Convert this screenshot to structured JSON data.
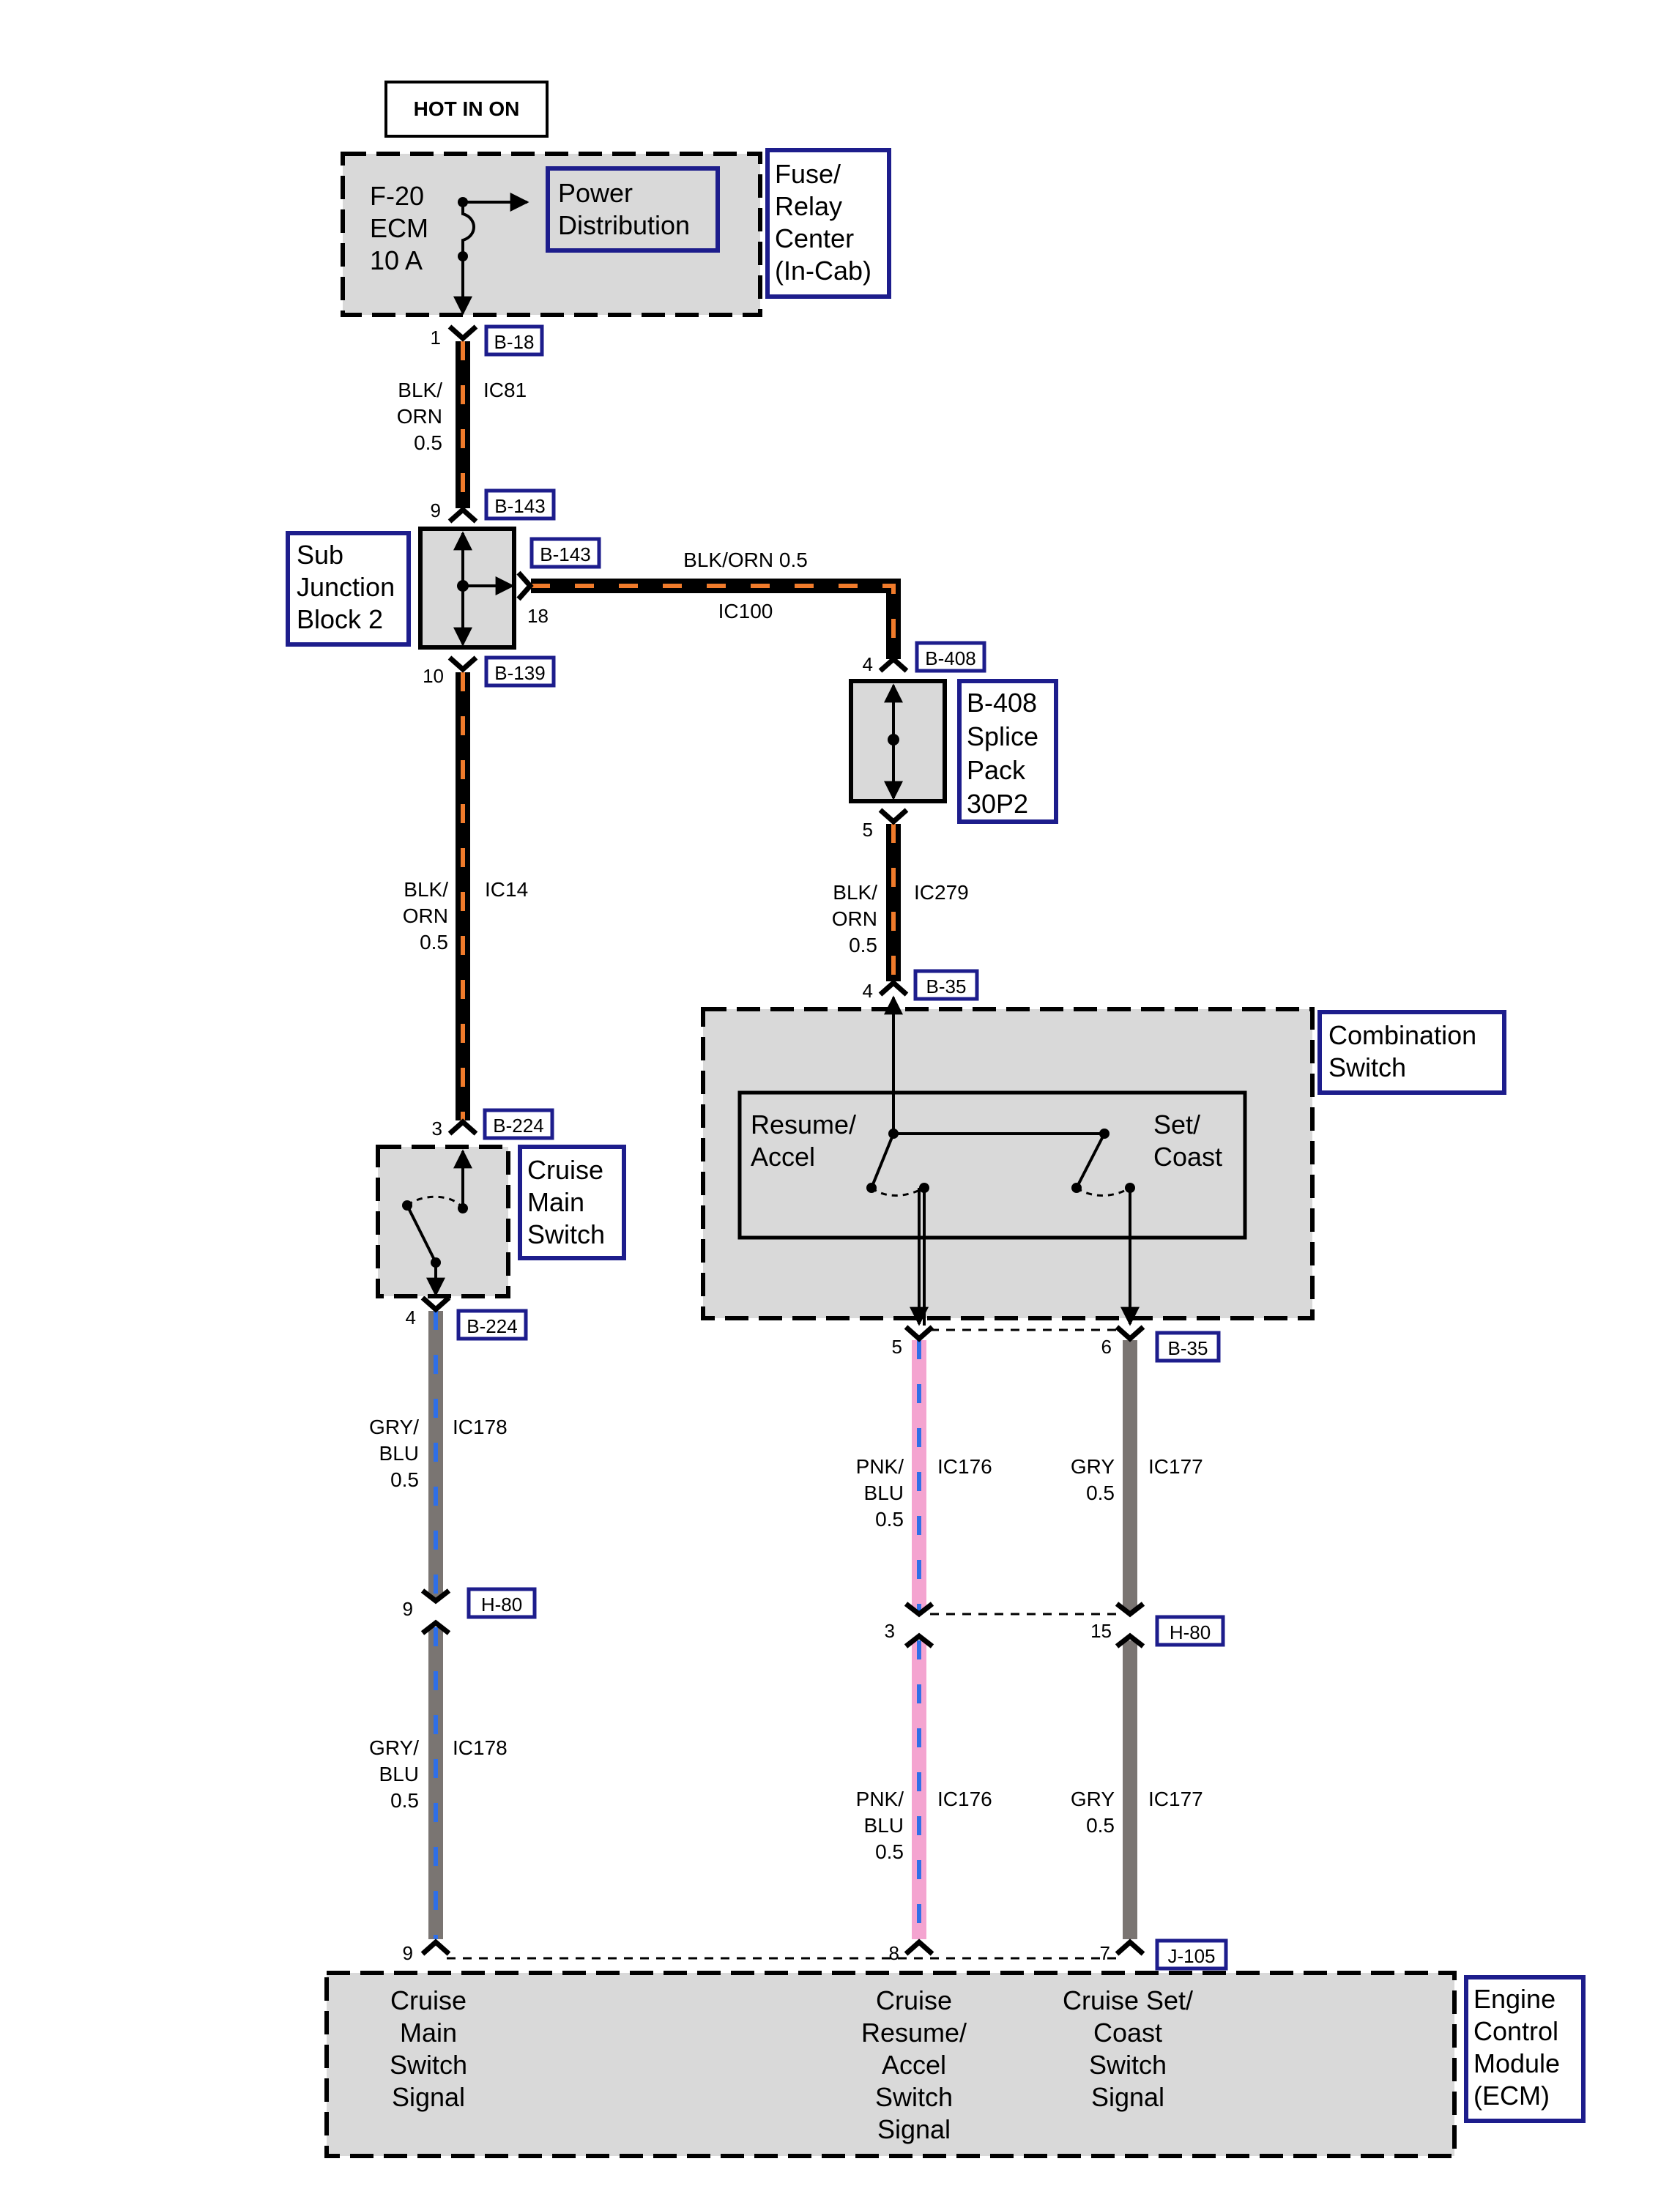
{
  "title": "HOT IN ON",
  "fuse_center": {
    "fuse_line1": "F-20",
    "fuse_line2": "ECM",
    "fuse_line3": "10 A",
    "power_line1": "Power",
    "power_line2": "Distribution",
    "label_line1": "Fuse/",
    "label_line2": "Relay",
    "label_line3": "Center",
    "label_line4": "(In-Cab)"
  },
  "sub_junction": {
    "line1": "Sub",
    "line2": "Junction",
    "line3": "Block 2"
  },
  "splice_pack": {
    "line1": "B-408",
    "line2": "Splice",
    "line3": "Pack",
    "line4": "30P2"
  },
  "cruise_main_switch": {
    "line1": "Cruise",
    "line2": "Main",
    "line3": "Switch"
  },
  "combination_switch": {
    "line1": "Combination",
    "line2": "Switch",
    "resume_line1": "Resume/",
    "resume_line2": "Accel",
    "set_line1": "Set/",
    "set_line2": "Coast"
  },
  "ecm": {
    "line1": "Engine",
    "line2": "Control",
    "line3": "Module",
    "line4": "(ECM)",
    "sig1": [
      "Cruise",
      "Main",
      "Switch",
      "Signal"
    ],
    "sig2": [
      "Cruise",
      "Resume/",
      "Accel",
      "Switch",
      "Signal"
    ],
    "sig3": [
      "Cruise Set/",
      "Coast",
      "Switch",
      "Signal"
    ]
  },
  "connectors": {
    "b18": "B-18",
    "b143a": "B-143",
    "b143b": "B-143",
    "b139": "B-139",
    "b408": "B-408",
    "b35a": "B-35",
    "b224a": "B-224",
    "b224b": "B-224",
    "b35b": "B-35",
    "h80a": "H-80",
    "h80b": "H-80",
    "j105": "J-105"
  },
  "pins": {
    "p_b18": "1",
    "p_b143": "9",
    "p_b143_18": "18",
    "p_b139": "10",
    "p_b408_4": "4",
    "p_b408_5": "5",
    "p_b35_4": "4",
    "p_b224_3": "3",
    "p_b224_4": "4",
    "p_b35_5": "5",
    "p_b35_6": "6",
    "p_h80_9": "9",
    "p_h80_3": "3",
    "p_h80_15": "15",
    "p_j105_9": "9",
    "p_j105_8": "8",
    "p_j105_7": "7"
  },
  "wires": {
    "ic81": {
      "color1": "BLK/",
      "color2": "ORN",
      "size": "0.5",
      "circuit": "IC81"
    },
    "ic100": {
      "color": "BLK/ORN 0.5",
      "circuit": "IC100"
    },
    "ic14": {
      "color1": "BLK/",
      "color2": "ORN",
      "size": "0.5",
      "circuit": "IC14"
    },
    "ic279": {
      "color1": "BLK/",
      "color2": "ORN",
      "size": "0.5",
      "circuit": "IC279"
    },
    "ic178a": {
      "color1": "GRY/",
      "color2": "BLU",
      "size": "0.5",
      "circuit": "IC178"
    },
    "ic178b": {
      "color1": "GRY/",
      "color2": "BLU",
      "size": "0.5",
      "circuit": "IC178"
    },
    "ic176a": {
      "color1": "PNK/",
      "color2": "BLU",
      "size": "0.5",
      "circuit": "IC176"
    },
    "ic176b": {
      "color1": "PNK/",
      "color2": "BLU",
      "size": "0.5",
      "circuit": "IC176"
    },
    "ic177a": {
      "color1": "GRY",
      "size": "0.5",
      "circuit": "IC177"
    },
    "ic177b": {
      "color1": "GRY",
      "size": "0.5",
      "circuit": "IC177"
    }
  },
  "colors": {
    "blk": "#000000",
    "orn": "#f07b2b",
    "gry": "#7a7572",
    "blu": "#2f6fe8",
    "pnk": "#f4a4d0",
    "box_fill": "#d9d9d9",
    "label_border": "#1d1d8c"
  }
}
